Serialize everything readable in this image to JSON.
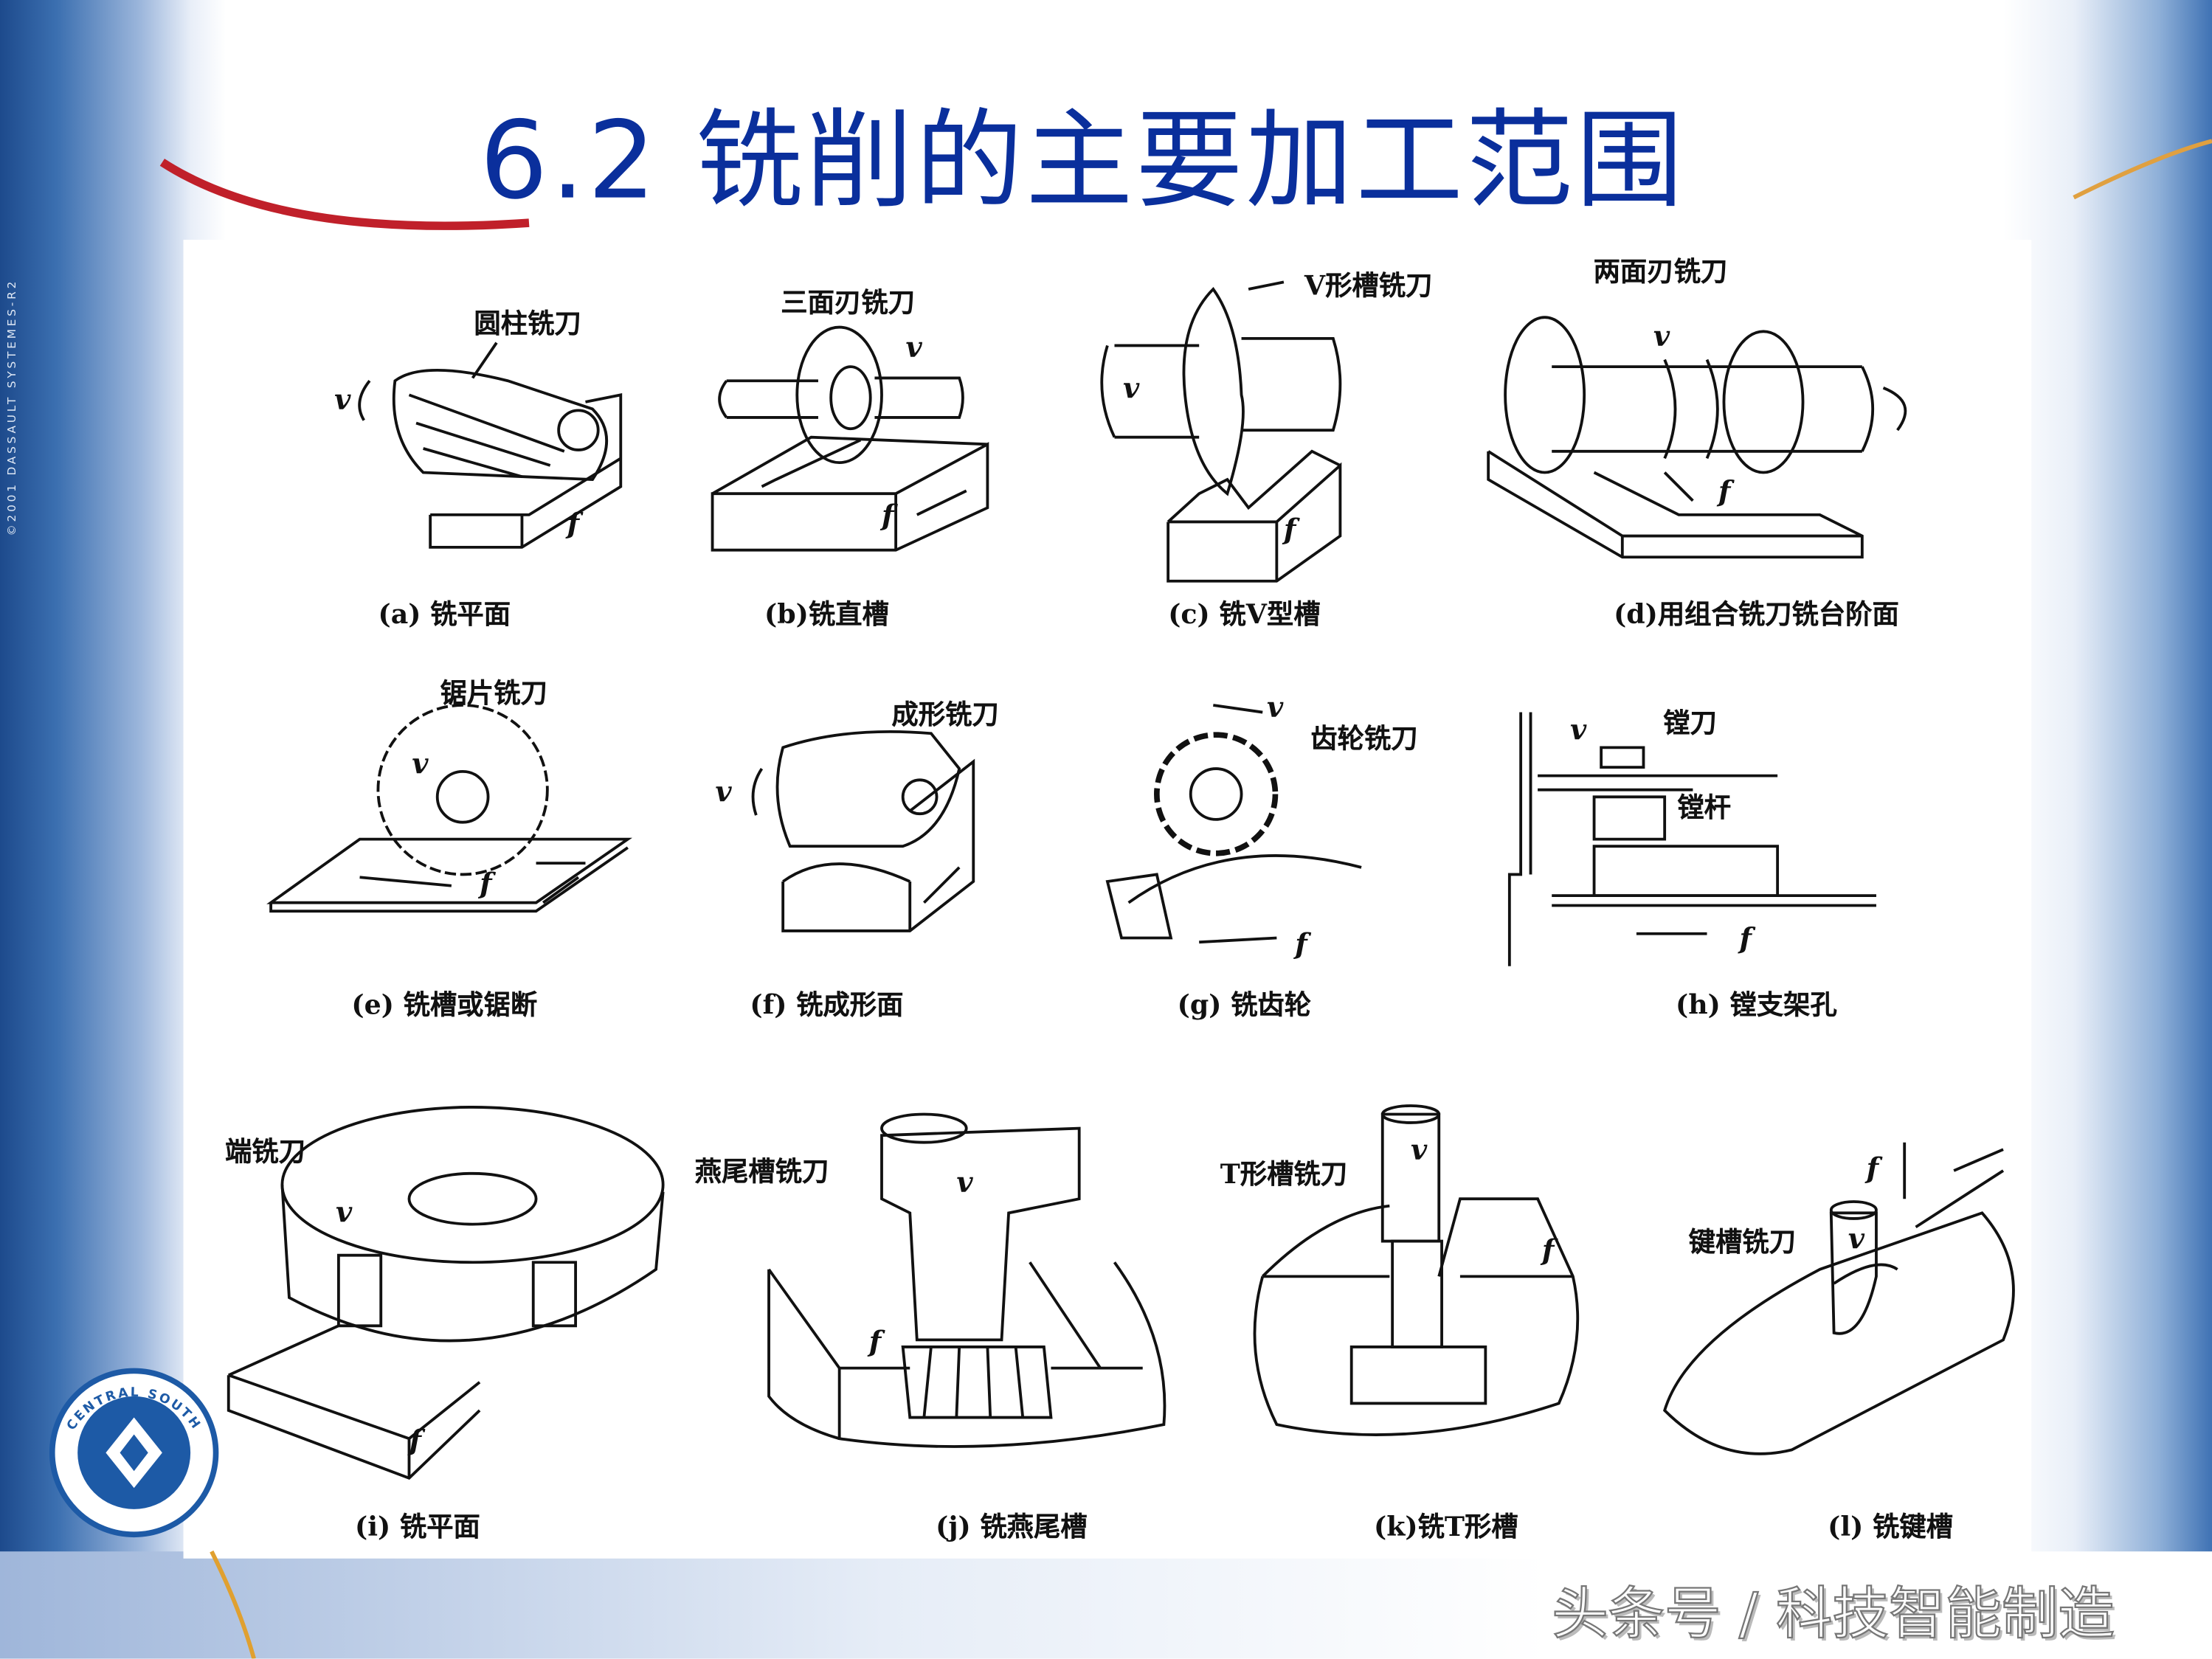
{
  "title": "6.2  铣削的主要加工范围",
  "side_logo_text": "©2001 DASSAULT SYSTEMES-R2",
  "university_logo_text": "CENTRAL SOUTH",
  "watermark": "头条号 / 科技智能制造",
  "symbols": {
    "velocity": "v",
    "feed": "f"
  },
  "colors": {
    "title": "#0a2f9c",
    "side_band": "#1d4a8c",
    "accent_swoosh": "#c0202a"
  },
  "panels": [
    {
      "tool": "圆柱铣刀",
      "caption": "(a)  铣平面"
    },
    {
      "tool": "三面刃铣刀",
      "caption": "(b)铣直槽"
    },
    {
      "tool": "V形槽铣刀",
      "caption": "(c)  铣V型槽"
    },
    {
      "tool": "两面刃铣刀",
      "caption": "(d)用组合铣刀铣台阶面"
    },
    {
      "tool": "锯片铣刀",
      "caption": "(e) 铣槽或锯断"
    },
    {
      "tool": "成形铣刀",
      "caption": "(f) 铣成形面"
    },
    {
      "tool": "齿轮铣刀",
      "caption": "(g) 铣齿轮"
    },
    {
      "tool": "镗刀",
      "tool2": "镗杆",
      "caption": "(h) 镗支架孔"
    },
    {
      "tool": "端铣刀",
      "caption": "(i) 铣平面"
    },
    {
      "tool": "燕尾槽铣刀",
      "caption": "(j) 铣燕尾槽"
    },
    {
      "tool": "T形槽铣刀",
      "caption": "(k)铣T形槽"
    },
    {
      "tool": "键槽铣刀",
      "caption": "(l) 铣键槽"
    }
  ]
}
